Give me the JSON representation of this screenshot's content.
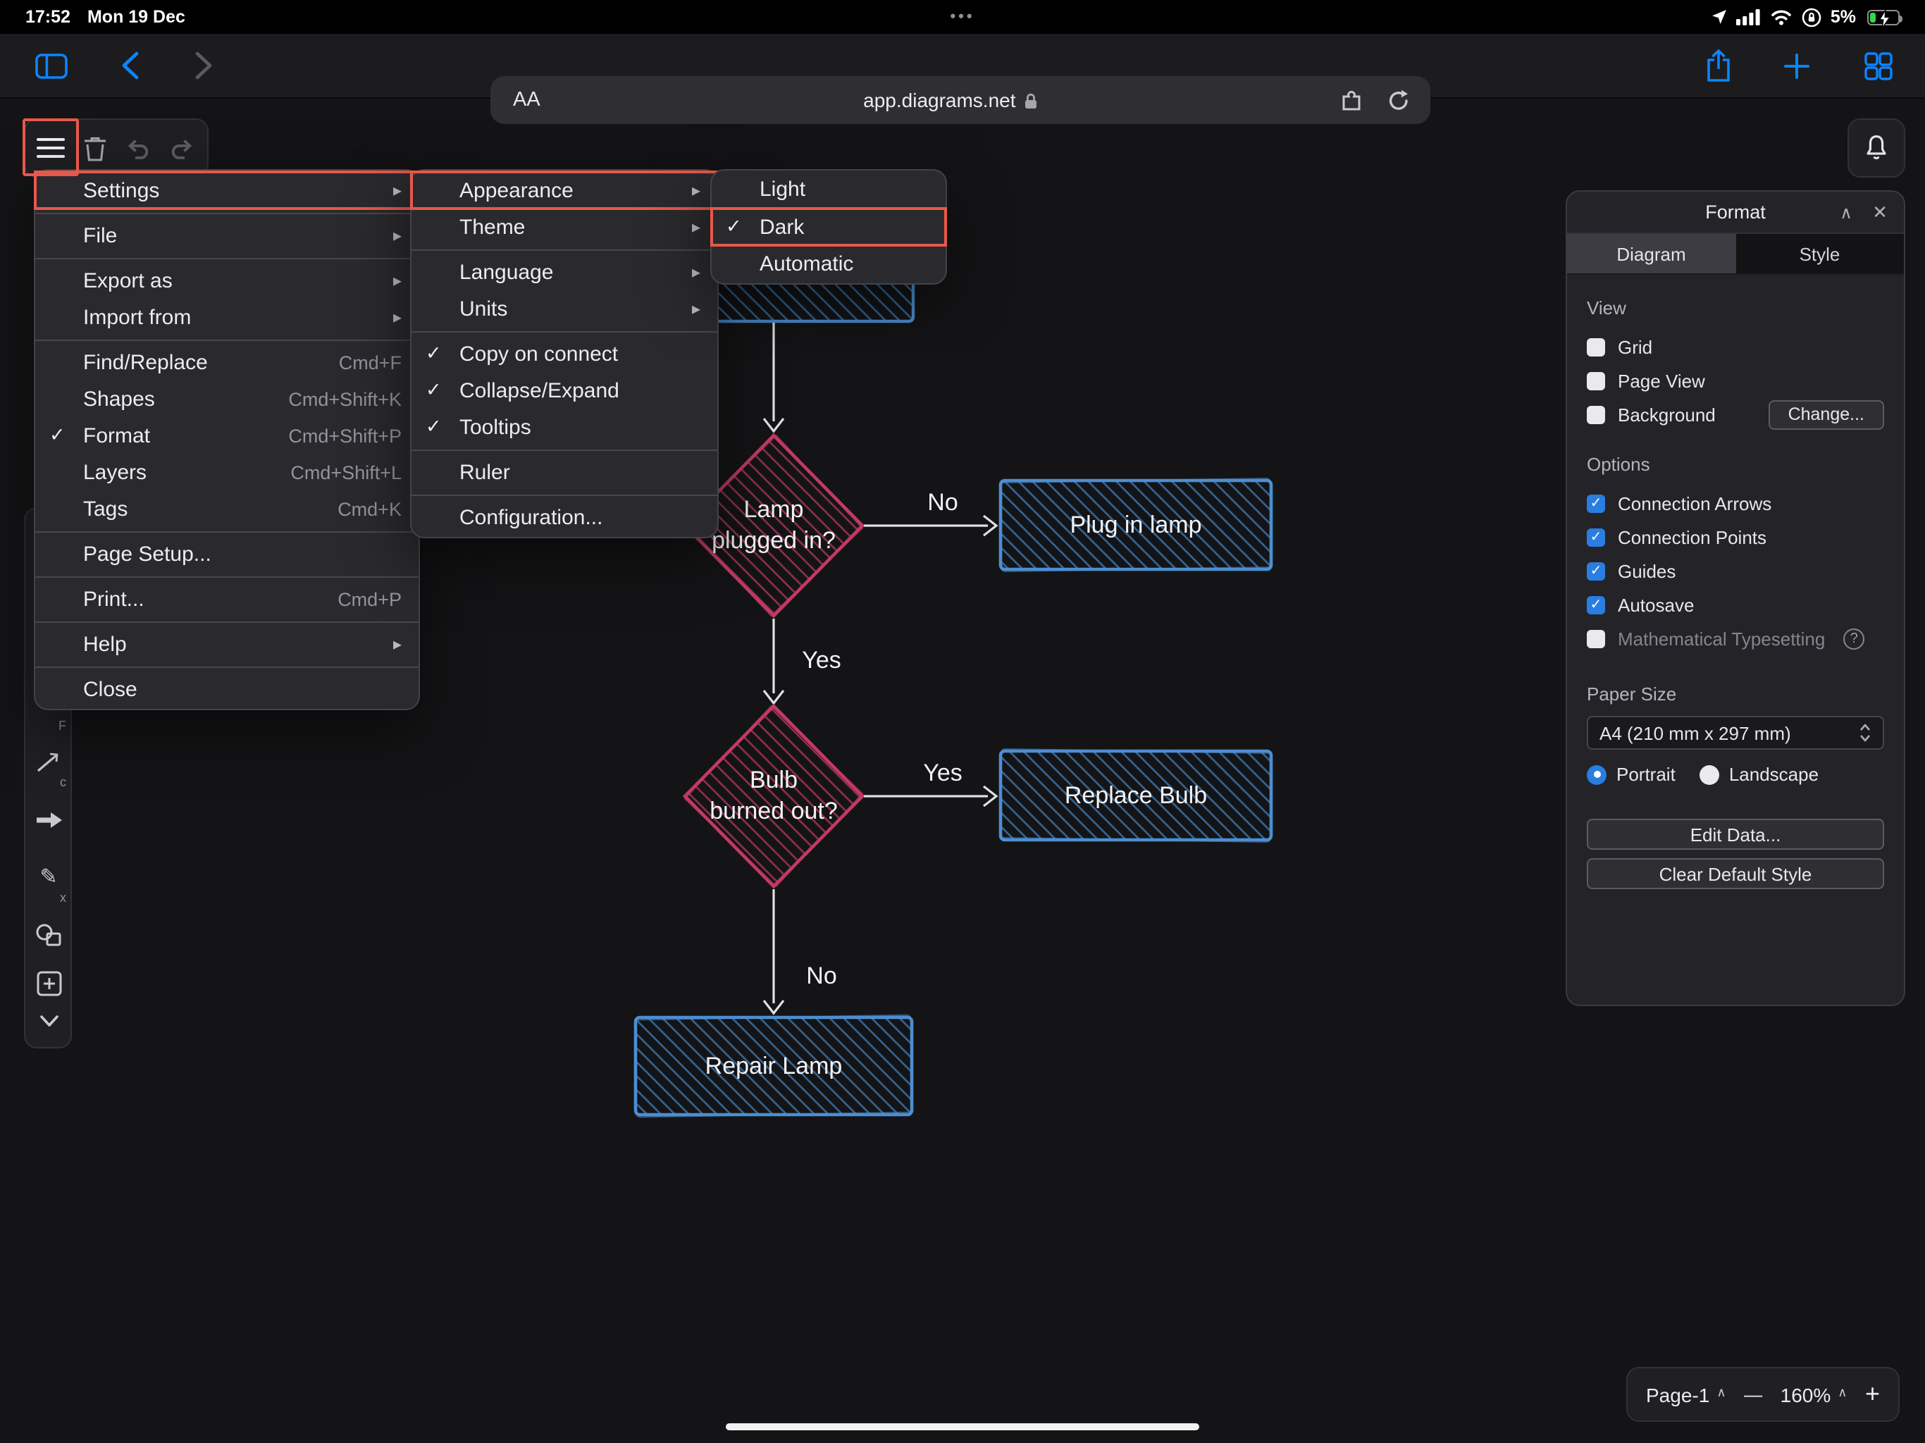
{
  "status_bar": {
    "time": "17:52",
    "date": "Mon 19 Dec",
    "battery_percent": "5%"
  },
  "browser": {
    "reader_button": "AA",
    "url": "app.diagrams.net"
  },
  "icons": {
    "checkmark": "✓",
    "submenu_arrow": "▸",
    "chevron_up": "∧",
    "chevron_down": "⌄",
    "close": "✕",
    "minus": "—",
    "plus": "+",
    "help": "?",
    "dots": "•••",
    "pencil": "✎"
  },
  "main_menu": {
    "items": [
      {
        "label": "Settings"
      },
      {
        "label": "File"
      },
      {
        "label": "Export as"
      },
      {
        "label": "Import from"
      },
      {
        "label": "Find/Replace",
        "shortcut": "Cmd+F"
      },
      {
        "label": "Shapes",
        "shortcut": "Cmd+Shift+K"
      },
      {
        "label": "Format",
        "shortcut": "Cmd+Shift+P"
      },
      {
        "label": "Layers",
        "shortcut": "Cmd+Shift+L"
      },
      {
        "label": "Tags",
        "shortcut": "Cmd+K"
      },
      {
        "label": "Page Setup..."
      },
      {
        "label": "Print...",
        "shortcut": "Cmd+P"
      },
      {
        "label": "Help"
      },
      {
        "label": "Close"
      }
    ]
  },
  "settings_menu": {
    "items": [
      {
        "label": "Appearance"
      },
      {
        "label": "Theme"
      },
      {
        "label": "Language"
      },
      {
        "label": "Units"
      },
      {
        "label": "Copy on connect"
      },
      {
        "label": "Collapse/Expand"
      },
      {
        "label": "Tooltips"
      },
      {
        "label": "Ruler"
      },
      {
        "label": "Configuration..."
      }
    ]
  },
  "appearance_menu": {
    "items": [
      {
        "label": "Light"
      },
      {
        "label": "Dark"
      },
      {
        "label": "Automatic"
      }
    ]
  },
  "format_panel": {
    "title": "Format",
    "tabs": {
      "diagram": "Diagram",
      "style": "Style"
    },
    "view_section": {
      "title": "View",
      "grid": "Grid",
      "page_view": "Page View",
      "background": "Background",
      "change_button": "Change..."
    },
    "options_section": {
      "title": "Options",
      "connection_arrows": "Connection Arrows",
      "connection_points": "Connection Points",
      "guides": "Guides",
      "autosave": "Autosave",
      "math_typesetting": "Mathematical Typesetting"
    },
    "paper_section": {
      "title": "Paper Size",
      "size_value": "A4 (210 mm x 297 mm)",
      "portrait": "Portrait",
      "landscape": "Landscape"
    },
    "edit_data_button": "Edit Data...",
    "clear_style_button": "Clear Default Style"
  },
  "page_bar": {
    "page": "Page-1",
    "zoom": "160%"
  },
  "palette_hints": {
    "freehand": "F",
    "connector": "c",
    "sketch": "x"
  },
  "flowchart": {
    "nodes": {
      "lamp_line1": "Lamp",
      "lamp_line2": "plugged in?",
      "plug_in": "Plug in lamp",
      "bulb_line1": "Bulb",
      "bulb_line2": "burned out?",
      "replace": "Replace Bulb",
      "repair": "Repair Lamp"
    },
    "edge_labels": {
      "no1": "No",
      "yes1": "Yes",
      "yes2": "Yes",
      "no2": "No"
    },
    "colors": {
      "node_blue": "#4d8ed2",
      "node_red": "#c23a64",
      "edge": "#e0e0e2"
    }
  }
}
